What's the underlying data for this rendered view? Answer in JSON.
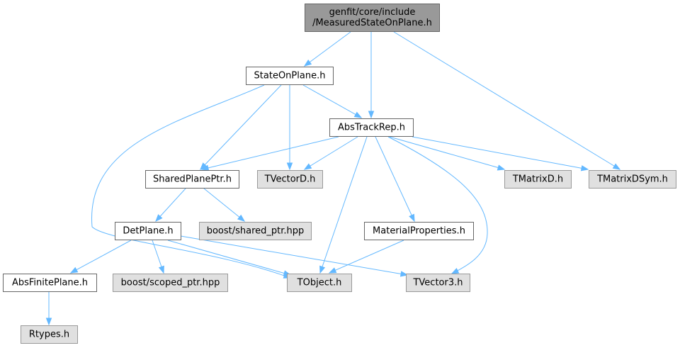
{
  "colors": {
    "root_fill": "#999999",
    "root_stroke": "#666666",
    "node_fill": "#ffffff",
    "node_stroke": "#666666",
    "external_fill": "#e0e0e0",
    "external_stroke": "#999999",
    "edge": "#63b8ff",
    "text": "#000000"
  },
  "nodes": {
    "root": {
      "lines": [
        "genfit/core/include",
        "/MeasuredStateOnPlane.h"
      ],
      "kind": "root"
    },
    "state_on_plane": {
      "lines": [
        "StateOnPlane.h"
      ],
      "kind": "internal"
    },
    "abs_track_rep": {
      "lines": [
        "AbsTrackRep.h"
      ],
      "kind": "internal"
    },
    "shared_plane_ptr": {
      "lines": [
        "SharedPlanePtr.h"
      ],
      "kind": "internal"
    },
    "tvectord": {
      "lines": [
        "TVectorD.h"
      ],
      "kind": "external"
    },
    "tmatrixd": {
      "lines": [
        "TMatrixD.h"
      ],
      "kind": "external"
    },
    "tmatrixdsym": {
      "lines": [
        "TMatrixDSym.h"
      ],
      "kind": "external"
    },
    "det_plane": {
      "lines": [
        "DetPlane.h"
      ],
      "kind": "internal"
    },
    "boost_shared_ptr": {
      "lines": [
        "boost/shared_ptr.hpp"
      ],
      "kind": "external"
    },
    "material_properties": {
      "lines": [
        "MaterialProperties.h"
      ],
      "kind": "internal"
    },
    "abs_finite_plane": {
      "lines": [
        "AbsFinitePlane.h"
      ],
      "kind": "internal"
    },
    "boost_scoped_ptr": {
      "lines": [
        "boost/scoped_ptr.hpp"
      ],
      "kind": "external"
    },
    "tobject": {
      "lines": [
        "TObject.h"
      ],
      "kind": "external"
    },
    "tvector3": {
      "lines": [
        "TVector3.h"
      ],
      "kind": "external"
    },
    "rtypes": {
      "lines": [
        "Rtypes.h"
      ],
      "kind": "external"
    }
  },
  "edges": [
    [
      "root",
      "state_on_plane"
    ],
    [
      "root",
      "abs_track_rep"
    ],
    [
      "root",
      "tmatrixdsym"
    ],
    [
      "state_on_plane",
      "abs_track_rep"
    ],
    [
      "state_on_plane",
      "shared_plane_ptr"
    ],
    [
      "state_on_plane",
      "tvectord"
    ],
    [
      "state_on_plane",
      "tobject"
    ],
    [
      "abs_track_rep",
      "shared_plane_ptr"
    ],
    [
      "abs_track_rep",
      "tvectord"
    ],
    [
      "abs_track_rep",
      "tmatrixd"
    ],
    [
      "abs_track_rep",
      "tmatrixdsym"
    ],
    [
      "abs_track_rep",
      "material_properties"
    ],
    [
      "abs_track_rep",
      "tobject"
    ],
    [
      "abs_track_rep",
      "tvector3"
    ],
    [
      "shared_plane_ptr",
      "det_plane"
    ],
    [
      "shared_plane_ptr",
      "boost_shared_ptr"
    ],
    [
      "det_plane",
      "abs_finite_plane"
    ],
    [
      "det_plane",
      "boost_scoped_ptr"
    ],
    [
      "det_plane",
      "tobject"
    ],
    [
      "det_plane",
      "tvector3"
    ],
    [
      "material_properties",
      "tobject"
    ],
    [
      "abs_finite_plane",
      "rtypes"
    ]
  ]
}
